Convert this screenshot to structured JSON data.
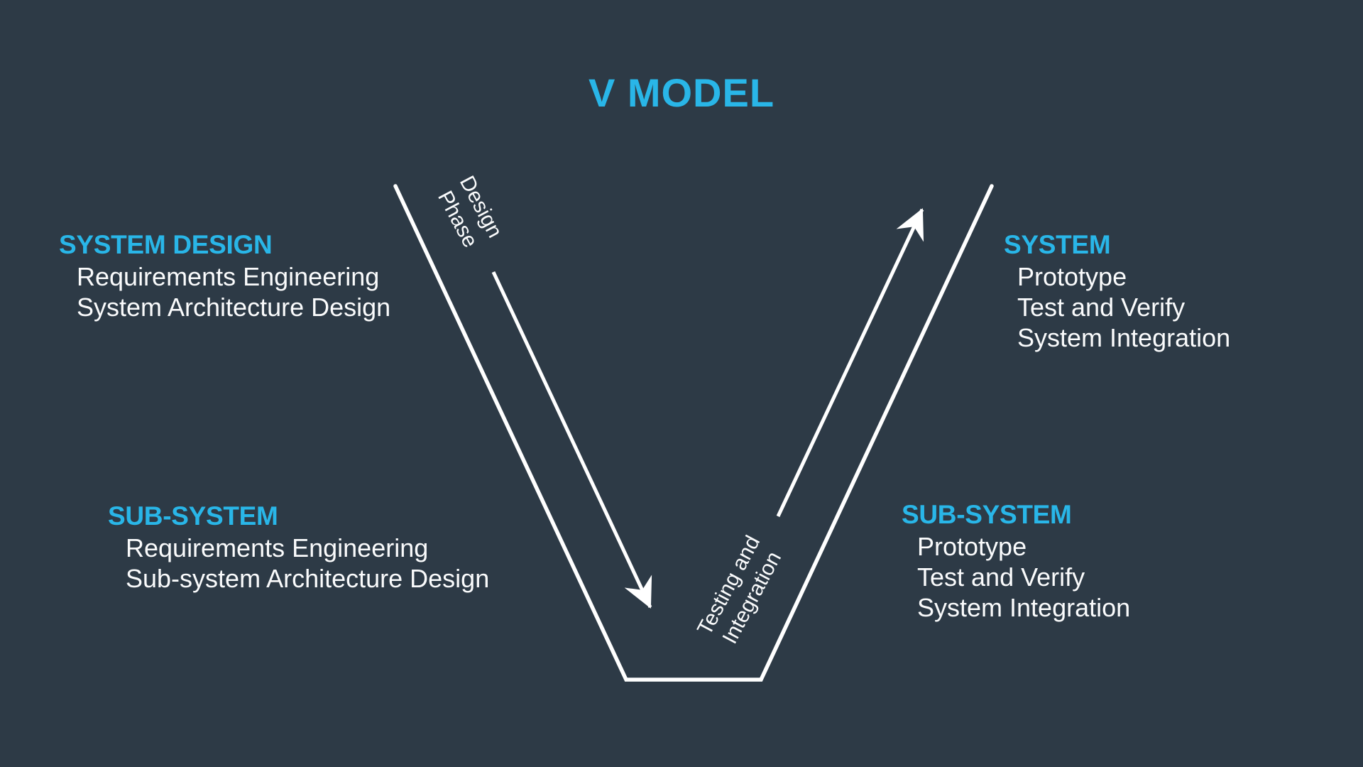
{
  "title": "V MODEL",
  "colors": {
    "background": "#2d3a46",
    "accent": "#29b6e8",
    "line": "#ffffff",
    "text": "#fafbfc"
  },
  "blocks": {
    "system_design": {
      "heading": "SYSTEM DESIGN",
      "items": [
        "Requirements Engineering",
        "System Architecture Design"
      ]
    },
    "sub_system_left": {
      "heading": "SUB-SYSTEM",
      "items": [
        "Requirements Engineering",
        "Sub-system Architecture Design"
      ]
    },
    "system": {
      "heading": "SYSTEM",
      "items": [
        "Prototype",
        "Test and Verify",
        "System Integration"
      ]
    },
    "sub_system_right": {
      "heading": "SUB-SYSTEM",
      "items": [
        "Prototype",
        "Test and Verify",
        "System Integration"
      ]
    }
  },
  "leg_labels": {
    "design_phase": {
      "line1": "Design",
      "line2": "Phase"
    },
    "testing_integration": {
      "line1": "Testing and",
      "line2": "Integration"
    }
  }
}
